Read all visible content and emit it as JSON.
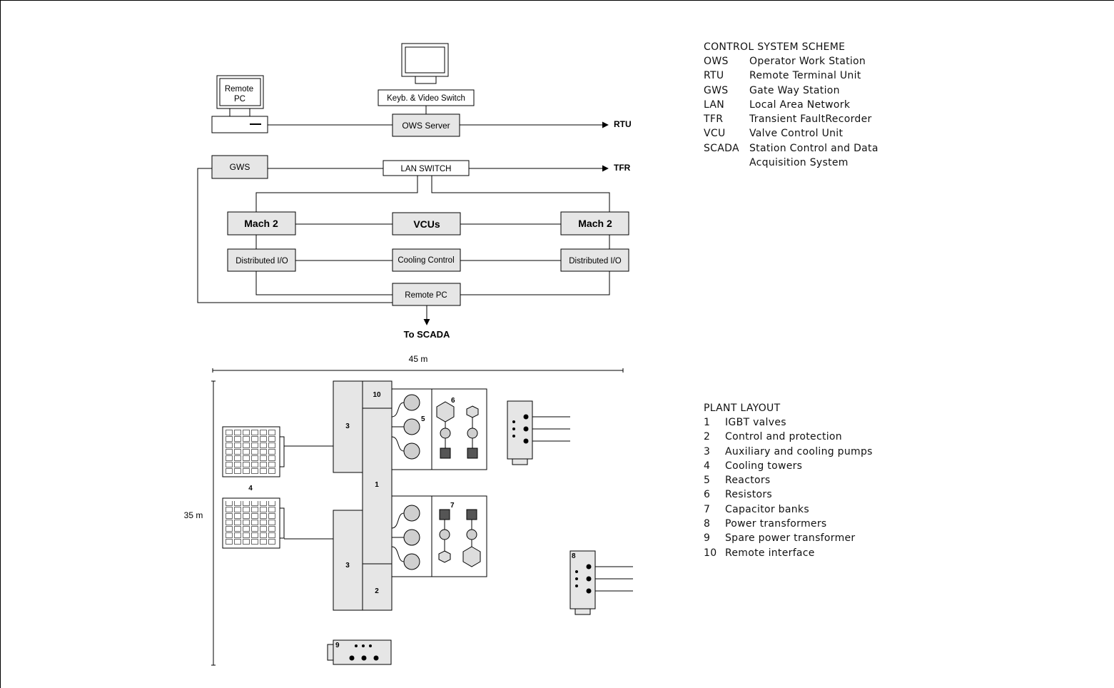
{
  "control_diagram": {
    "remote_pc_monitor_label_line1": "Remote",
    "remote_pc_monitor_label_line2": "PC",
    "kvm_switch": "Keyb. & Video Switch",
    "ows_server": "OWS Server",
    "rtu": "RTU",
    "gws": "GWS",
    "lan_switch": "LAN SWITCH",
    "tfr": "TFR",
    "mach2_left": "Mach 2",
    "vcus": "VCUs",
    "mach2_right": "Mach 2",
    "dio_left": "Distributed I/O",
    "cooling_control": "Cooling Control",
    "dio_right": "Distributed I/O",
    "remote_pc": "Remote PC",
    "to_scada": "To SCADA"
  },
  "plant_diagram": {
    "width_dimension": "45 m",
    "height_dimension": "35 m",
    "labels": {
      "n1": "1",
      "n2": "2",
      "n3a": "3",
      "n3b": "3",
      "n4": "4",
      "n5": "5",
      "n6": "6",
      "n7": "7",
      "n8": "8",
      "n9": "9",
      "n10": "10"
    }
  },
  "control_legend": {
    "title": "CONTROL SYSTEM SCHEME",
    "items": [
      {
        "abbr": "OWS",
        "desc": "Operator Work Station"
      },
      {
        "abbr": "RTU",
        "desc": "Remote Terminal Unit"
      },
      {
        "abbr": "GWS",
        "desc": "Gate Way Station"
      },
      {
        "abbr": "LAN",
        "desc": "Local Area Network"
      },
      {
        "abbr": "TFR",
        "desc": "Transient FaultRecorder"
      },
      {
        "abbr": "VCU",
        "desc": "Valve Control Unit"
      },
      {
        "abbr": "SCADA",
        "desc": "Station Control and Data"
      },
      {
        "abbr": "",
        "desc": "Acquisition System"
      }
    ]
  },
  "plant_legend": {
    "title": "PLANT LAYOUT",
    "items": [
      {
        "num": "1",
        "desc": "IGBT valves"
      },
      {
        "num": "2",
        "desc": "Control and protection"
      },
      {
        "num": "3",
        "desc": "Auxiliary and cooling pumps"
      },
      {
        "num": "4",
        "desc": "Cooling towers"
      },
      {
        "num": "5",
        "desc": "Reactors"
      },
      {
        "num": "6",
        "desc": "Resistors"
      },
      {
        "num": "7",
        "desc": "Capacitor banks"
      },
      {
        "num": "8",
        "desc": "Power transformers"
      },
      {
        "num": "9",
        "desc": "Spare power transformer"
      },
      {
        "num": "10",
        "desc": "Remote interface"
      }
    ]
  }
}
